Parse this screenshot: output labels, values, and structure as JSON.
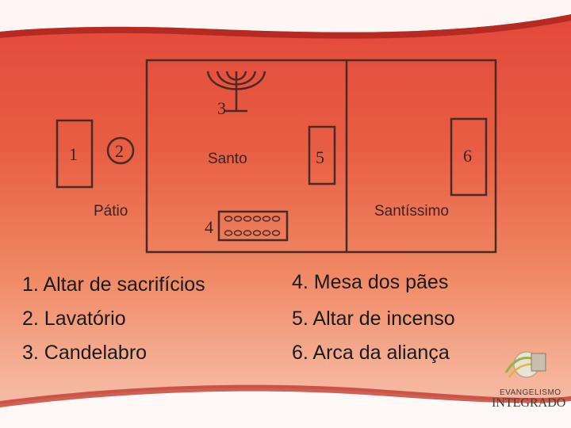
{
  "diagram": {
    "area_labels": {
      "patio": "Pátio",
      "santo": "Santo",
      "santissimo": "Santíssimo"
    },
    "markers": {
      "m1": "1",
      "m2": "2",
      "m3": "3",
      "m4": "4",
      "m5": "5",
      "m6": "6"
    }
  },
  "legend": {
    "left": [
      "1. Altar de sacrifícios",
      "2. Lavatório",
      "3. Candelabro"
    ],
    "right": [
      "4. Mesa dos pães",
      "5. Altar de incenso",
      "6. Arca da aliança"
    ]
  },
  "logo": {
    "line1": "EVANGELISMO",
    "line2": "INTEGRADO"
  },
  "colors": {
    "background_top": "#e2463a",
    "background_bottom": "#f3c2b0",
    "lines": "#4a2a22"
  }
}
